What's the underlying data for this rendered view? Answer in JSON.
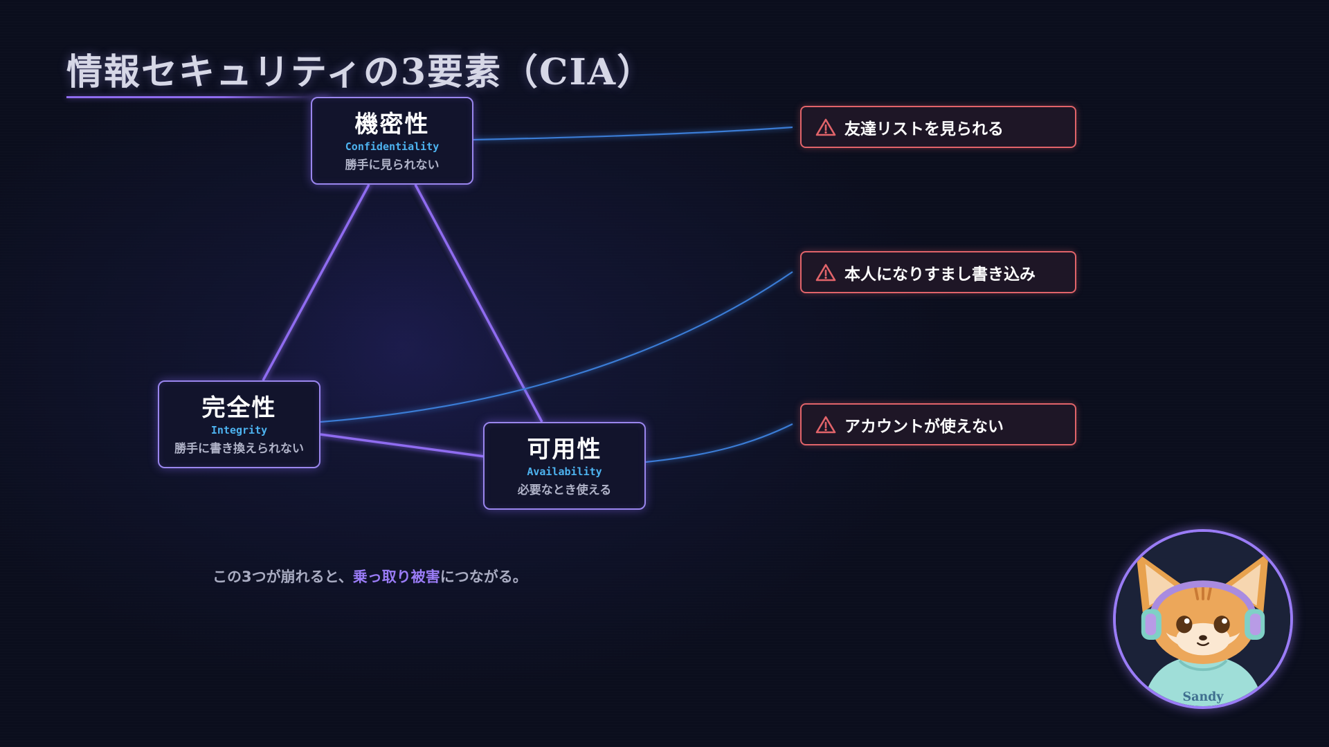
{
  "slide": {
    "title": "情報セキュリティの3要素（CIA）"
  },
  "nodes": {
    "confidentiality": {
      "jp": "機密性",
      "en": "Confidentiality",
      "desc": "勝手に見られない"
    },
    "integrity": {
      "jp": "完全性",
      "en": "Integrity",
      "desc": "勝手に書き換えられない"
    },
    "availability": {
      "jp": "可用性",
      "en": "Availability",
      "desc": "必要なとき使える"
    }
  },
  "risks": [
    {
      "label": "友達リストを見られる",
      "icon": "warning-triangle-icon"
    },
    {
      "label": "本人になりすまし書き込み",
      "icon": "warning-triangle-icon"
    },
    {
      "label": "アカウントが使えない",
      "icon": "warning-triangle-icon"
    }
  ],
  "summary": {
    "before": "この3つが崩れると、",
    "highlight": "乗っ取り被害",
    "after": "につながる。"
  },
  "avatar": {
    "hoodie_text": "Sandy"
  },
  "colors": {
    "background": "#0b0e1d",
    "node_border": "#9a86ee",
    "triangle_line": "#8f6cf0",
    "connector_line": "#3a7bd5",
    "english_label": "#4db3f0",
    "risk_border": "#e2646a",
    "highlight": "#9a7cf6"
  }
}
